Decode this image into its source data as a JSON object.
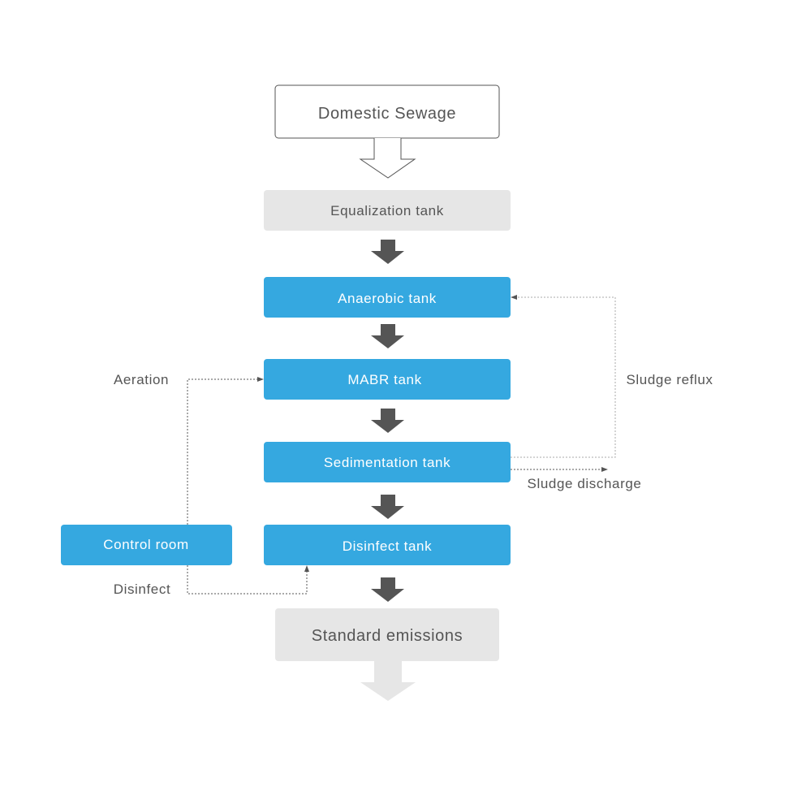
{
  "diagram": {
    "nodes": {
      "source": "Domestic Sewage",
      "equalization": "Equalization tank",
      "anaerobic": "Anaerobic tank",
      "mabr": "MABR tank",
      "sedimentation": "Sedimentation tank",
      "disinfect": "Disinfect tank",
      "control": "Control room",
      "output": "Standard emissions"
    },
    "edge_labels": {
      "aeration": "Aeration",
      "sludge_reflux": "Sludge reflux",
      "sludge_discharge": "Sludge discharge",
      "disinfect": "Disinfect"
    }
  },
  "colors": {
    "blue": "#35a8e0",
    "grey_box": "#e6e6e6",
    "arrow_dark": "#555555",
    "arrow_light": "#e6e6e6",
    "text_dark": "#555555",
    "text_white": "#ffffff"
  }
}
